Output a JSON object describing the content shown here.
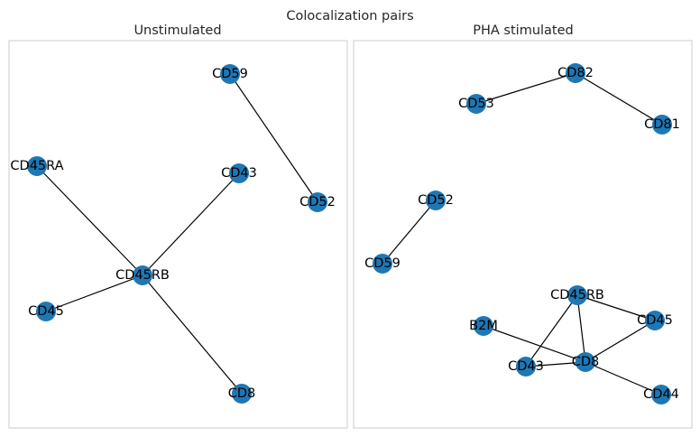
{
  "figure": {
    "title": "Colocalization pairs",
    "node_color": "#1f77b4",
    "edge_color": "#000000",
    "frame_color": "#cccccc"
  },
  "panels": [
    {
      "id": "unstim",
      "title": "Unstimulated",
      "nodes": [
        {
          "id": "CD59"
        },
        {
          "id": "CD52"
        },
        {
          "id": "CD45RA"
        },
        {
          "id": "CD43"
        },
        {
          "id": "CD45RB"
        },
        {
          "id": "CD45"
        },
        {
          "id": "CD8"
        }
      ],
      "edges": [
        [
          "CD59",
          "CD52"
        ],
        [
          "CD45RA",
          "CD45RB"
        ],
        [
          "CD43",
          "CD45RB"
        ],
        [
          "CD45",
          "CD45RB"
        ],
        [
          "CD45RB",
          "CD8"
        ]
      ]
    },
    {
      "id": "pha",
      "title": "PHA stimulated",
      "nodes": [
        {
          "id": "CD82"
        },
        {
          "id": "CD53"
        },
        {
          "id": "CD81"
        },
        {
          "id": "CD52"
        },
        {
          "id": "CD59"
        },
        {
          "id": "CD45RB"
        },
        {
          "id": "B2M"
        },
        {
          "id": "CD45"
        },
        {
          "id": "CD43"
        },
        {
          "id": "CD8"
        },
        {
          "id": "CD44"
        }
      ],
      "edges": [
        [
          "CD53",
          "CD82"
        ],
        [
          "CD82",
          "CD81"
        ],
        [
          "CD52",
          "CD59"
        ],
        [
          "CD45RB",
          "CD45"
        ],
        [
          "CD45RB",
          "CD43"
        ],
        [
          "CD45RB",
          "CD8"
        ],
        [
          "B2M",
          "CD8"
        ],
        [
          "CD43",
          "CD8"
        ],
        [
          "CD45",
          "CD8"
        ],
        [
          "CD8",
          "CD44"
        ]
      ]
    }
  ]
}
